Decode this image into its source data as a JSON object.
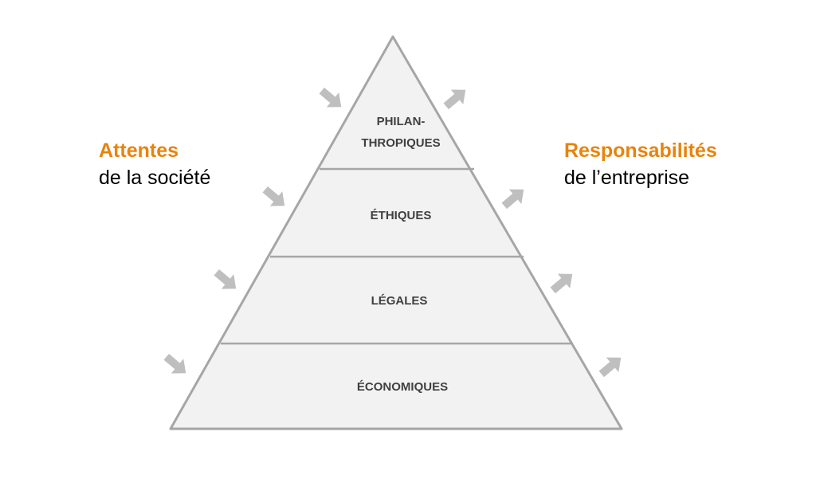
{
  "left": {
    "title": "Attentes",
    "subtitle": "de la société"
  },
  "right": {
    "title": "Responsabilités",
    "subtitle": "de l’entreprise"
  },
  "levels": {
    "top_line1": "PHILAN-",
    "top_line2": "THROPIQUES",
    "ethical": "ÉTHIQUES",
    "legal": "LÉGALES",
    "economic": "ÉCONOMIQUES"
  },
  "colors": {
    "accent": "#E8830C",
    "outline": "#A6A6A6",
    "fill": "#F2F2F2",
    "arrow": "#BFBFBF",
    "text": "#404040"
  },
  "icons": {
    "incoming": "arrow-in-icon",
    "outgoing": "arrow-out-icon"
  }
}
